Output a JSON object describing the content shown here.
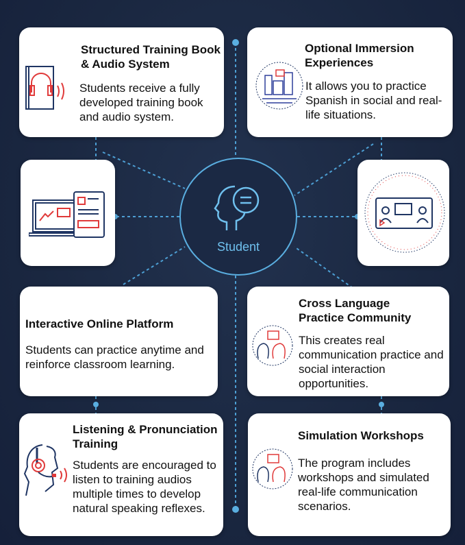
{
  "center": {
    "label": "Student",
    "icon": "head-speech-bubble-icon"
  },
  "cards": [
    {
      "title": "Structured Training Book & Audio System",
      "body": "Students receive a fully developed training book and audio system.",
      "icon": "book-headphones-icon"
    },
    {
      "title": "Optional Immersion Experiences",
      "body": "It allows you to practice Spanish in social and real-life situations.",
      "icon": "city-scene-icon"
    },
    {
      "icon": "laptop-tablet-icon"
    },
    {
      "icon": "video-conversation-icon"
    },
    {
      "title": "Interactive Online Platform",
      "body": "Students can practice anytime and reinforce classroom learning."
    },
    {
      "title": "Cross Language Practice Community",
      "body": "This creates real communication practice and social interaction opportunities.",
      "icon": "people-chat-icon"
    },
    {
      "title": "Listening & Pronunciation Training",
      "body": "Students are encouraged to listen to training audios multiple times to develop natural speaking reflexes.",
      "icon": "headset-head-icon"
    },
    {
      "title": "Simulation Workshops",
      "body": "The program includes workshops and simulated real-life communication scenarios.",
      "icon": "people-chat-icon"
    }
  ],
  "colors": {
    "background": "#1b2944",
    "accent": "#5aaee0",
    "red": "#e03a3a",
    "navy": "#1f3563"
  }
}
